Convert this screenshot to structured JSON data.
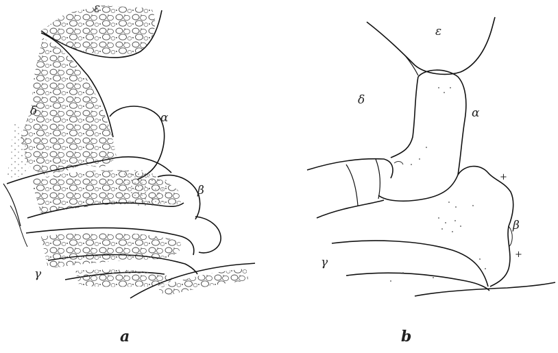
{
  "figure_a": {
    "caption": "a",
    "labels": {
      "epsilon": "ε",
      "delta": "δ",
      "alpha": "α",
      "beta": "β",
      "gamma": "γ"
    }
  },
  "figure_b": {
    "caption": "b",
    "labels": {
      "epsilon": "ε",
      "delta": "δ",
      "alpha": "α",
      "beta": "β",
      "gamma": "γ",
      "plus_top": "+",
      "plus_bottom": "+"
    }
  }
}
